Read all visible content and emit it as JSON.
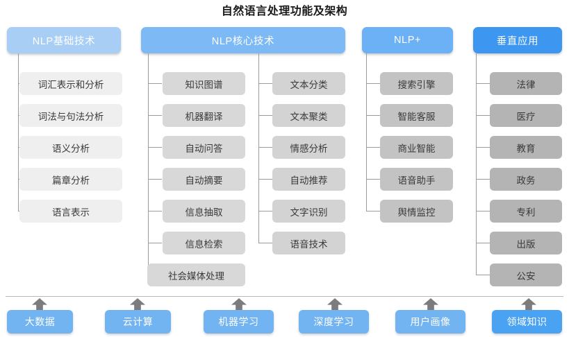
{
  "title": "自然语言处理功能及架构",
  "columns": [
    {
      "id": "nlp-basic",
      "header": "NLP基础技术",
      "header_color": "#a8cef5",
      "node_color": "#f0efef",
      "items": [
        "词汇表示和分析",
        "词法与句法分析",
        "语义分析",
        "篇章分析",
        "语言表示"
      ]
    },
    {
      "id": "nlp-core",
      "header": "NLP核心技术",
      "header_color": "#7cb9f5",
      "node_color": "#d9d8d8",
      "items": [
        "知识图谱",
        "机器翻译",
        "自动问答",
        "自动摘要",
        "信息抽取",
        "信息检索",
        "社会媒体处理"
      ],
      "items_b": [
        "文本分类",
        "文本聚类",
        "情感分析",
        "自动推荐",
        "文字识别",
        "语音技术"
      ]
    },
    {
      "id": "nlp-plus",
      "header": "NLP+",
      "header_color": "#6cb0f5",
      "node_color": "#c4c3c3",
      "items": [
        "搜索引擎",
        "智能客服",
        "商业智能",
        "语音助手",
        "舆情监控"
      ]
    },
    {
      "id": "vertical-app",
      "header": "垂直应用",
      "header_color": "#3d96f0",
      "node_color": "#b5b4b4",
      "items": [
        "法律",
        "医疗",
        "教育",
        "政务",
        "专利",
        "出版",
        "公安"
      ]
    }
  ],
  "foundations": [
    {
      "label": "大数据",
      "strong": false
    },
    {
      "label": "云计算",
      "strong": false
    },
    {
      "label": "机器学习",
      "strong": false
    },
    {
      "label": "深度学习",
      "strong": false
    },
    {
      "label": "用户画像",
      "strong": false
    },
    {
      "label": "领域知识",
      "strong": true
    }
  ],
  "arrow_icon": "arrow-up-icon",
  "watermark": ""
}
